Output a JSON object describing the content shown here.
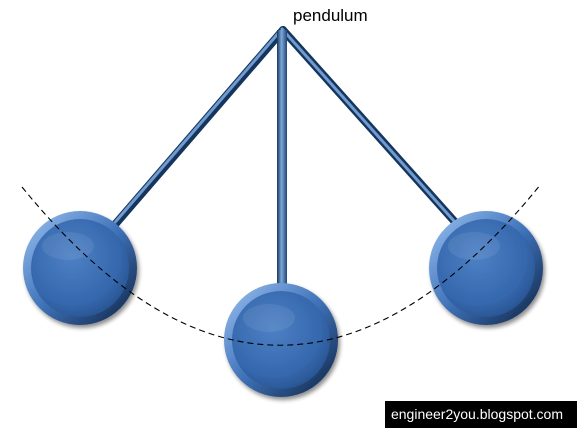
{
  "diagram": {
    "title": "pendulum",
    "watermark": "engineer2you.blogspot.com",
    "colors": {
      "rod": "#2f5f9a",
      "rod_highlight": "#7fa8d8",
      "rod_shadow": "#16355c",
      "bob_base": "#3567ad",
      "bob_highlight": "#9cc3f2",
      "bob_shadow": "#0d2140",
      "arc": "#000000"
    },
    "bobs": [
      {
        "name": "left-swing-bob"
      },
      {
        "name": "center-rest-bob"
      },
      {
        "name": "right-swing-bob"
      }
    ]
  }
}
